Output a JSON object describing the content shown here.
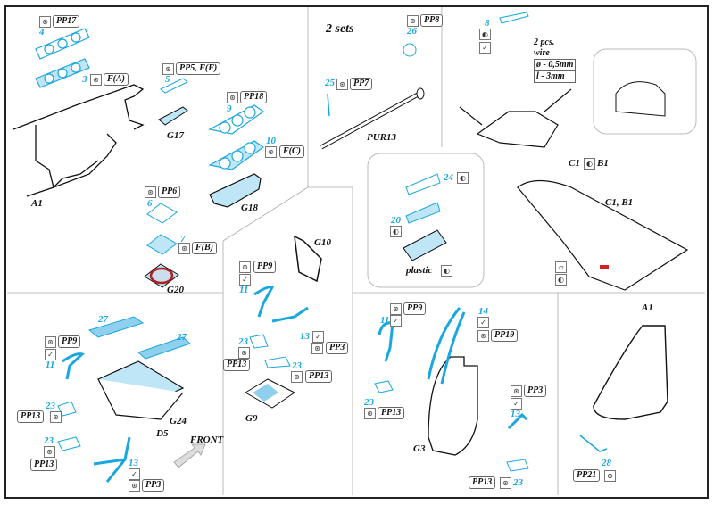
{
  "sheet": {
    "title": "Photo-etched cockpit detail set – assembly instructions",
    "colors": {
      "etch": "#1aa7e0",
      "etch_fill": "#bfe6f6",
      "ink": "#111111",
      "highlight": "#d62020",
      "panel_line": "#999999"
    }
  },
  "sections": {
    "canopy_frame": {
      "steps": [
        {
          "part": "4",
          "ref": "PP17",
          "icon": "bend-icon"
        },
        {
          "part": "3",
          "ref": "F(A)",
          "icon": "bend-icon"
        }
      ],
      "part_labels": {
        "fuselage": "A1"
      }
    },
    "small_plate": {
      "part": "5",
      "ref": "PP5, F(F)",
      "icon": "bend-icon",
      "target": "G17"
    },
    "panel_g18": {
      "steps": [
        {
          "part": "9",
          "ref": "PP18",
          "icon": "bend-icon"
        },
        {
          "part": "10",
          "ref": "F(C)",
          "icon": "bend-icon"
        }
      ],
      "target": "G18"
    },
    "gauge_g20": {
      "steps": [
        {
          "part": "6",
          "ref": "PP6",
          "icon": "bend-icon"
        },
        {
          "part": "7",
          "ref": "F(B)",
          "icon": "bend-icon"
        }
      ],
      "target": "G20"
    },
    "rod": {
      "header": "2 sets",
      "steps": [
        {
          "part": "26",
          "ref": "PP8",
          "icon": "bend-icon"
        },
        {
          "part": "25",
          "ref": "PP7",
          "icon": "bend-icon"
        }
      ],
      "target": "PUR13"
    },
    "wing_detail": {
      "part": "8",
      "icons": [
        "paint-icon",
        "glue-icon"
      ],
      "wire_note": [
        "2 pcs.",
        "wire",
        "ø - 0,5mm",
        "l - 3mm"
      ],
      "target_left": "C1",
      "target_right": "B1",
      "target_icon": "paint-icon"
    },
    "plastic_inset": {
      "steps": [
        {
          "part": "24",
          "icon": "paint-icon"
        },
        {
          "part": "20",
          "icon": "paint-icon"
        }
      ],
      "plastic_label": "plastic",
      "plastic_icon": "paint-icon"
    },
    "wing": {
      "label": "C1, B1",
      "icons": [
        "cut-icon",
        "paint-icon"
      ]
    },
    "seat_g9": {
      "target_top": "G10",
      "steps": [
        {
          "part": "11",
          "ref": "PP9",
          "icons": [
            "bend-icon",
            "glue-icon"
          ]
        },
        {
          "part": "13",
          "ref": "PP3",
          "icons": [
            "glue-icon",
            "bend-icon"
          ]
        },
        {
          "part": "23",
          "ref": "PP13",
          "icon": "bend-icon"
        },
        {
          "part": "23",
          "ref": "PP13",
          "icon": "bend-icon"
        }
      ],
      "target": "G9"
    },
    "seat_d5": {
      "steps": [
        {
          "part": "27"
        },
        {
          "part": "27"
        },
        {
          "part": "11",
          "ref": "PP9",
          "icons": [
            "bend-icon",
            "glue-icon"
          ]
        },
        {
          "part": "23",
          "ref": "PP13",
          "icon": "bend-icon"
        },
        {
          "part": "23",
          "ref": "PP13",
          "icon": "bend-icon"
        },
        {
          "part": "13",
          "ref": "PP3",
          "icons": [
            "glue-icon",
            "bend-icon"
          ]
        }
      ],
      "targets": [
        "G24",
        "D5"
      ],
      "direction": "FRONT"
    },
    "seat_g3": {
      "steps": [
        {
          "part": "11",
          "ref": "PP9",
          "icons": [
            "bend-icon",
            "glue-icon"
          ]
        },
        {
          "part": "14",
          "ref": "PP19",
          "icons": [
            "glue-icon",
            "bend-icon"
          ]
        },
        {
          "part": "23",
          "ref": "PP13",
          "icon": "bend-icon"
        },
        {
          "part": "13",
          "ref": "PP3",
          "icons": [
            "bend-icon",
            "glue-icon"
          ]
        },
        {
          "part": "23",
          "ref": "PP13",
          "icon": "bend-icon"
        }
      ],
      "target": "G3"
    },
    "tail": {
      "label": "A1",
      "part": "28",
      "ref": "PP21",
      "icon": "bend-icon"
    }
  },
  "icon_glyphs": {
    "bend": "⊛",
    "glue": "✓",
    "paint": "◐",
    "cut": "▱"
  }
}
